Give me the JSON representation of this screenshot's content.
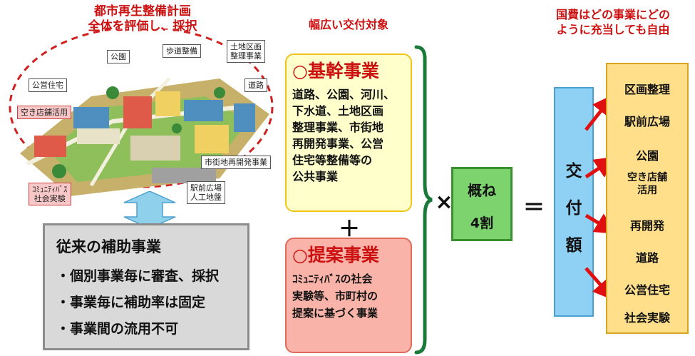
{
  "left_title": [
    "都市再生整備計画",
    "全体を評価し、採択"
  ],
  "illustration_labels": {
    "park": "公園",
    "sidewalk": "歩道整備",
    "land_readjustment": [
      "土地区画",
      "整理事業"
    ],
    "public_housing": "公営住宅",
    "road": "道路",
    "vacant_store": "空き店舗活用",
    "urban_redevelopment": "市街地再開発事業",
    "community_bus": [
      "ｺﾐｭﾆﾃｨﾊﾞｽ",
      "社会実験"
    ],
    "station_plaza": [
      "駅前広場",
      "人工地盤"
    ]
  },
  "old_system": {
    "heading": "従来の補助事業",
    "items": [
      "・個別事業毎に審査、採択",
      "・事業毎に補助率は固定",
      "・事業間の流用不可"
    ]
  },
  "middle_title": "幅広い交付対象",
  "core": {
    "title": "○基幹事業",
    "lines": [
      "道路、公園、河川、",
      "下水道、土地区画",
      "整理事業、市街地",
      "再開発事業、公営",
      "住宅等整備等の",
      "公共事業"
    ]
  },
  "plus": "＋",
  "proposal": {
    "title": "○提案事業",
    "lines": [
      "ｺﾐｭﾆﾃｨﾊﾞｽの社会",
      "実験等、市町村の",
      "提案に基づく事業"
    ]
  },
  "times": "×",
  "rate": [
    "概ね",
    "4割"
  ],
  "equals": "＝",
  "grant": [
    "交",
    "付",
    "額"
  ],
  "right_title": [
    "国費はどの事業にどの",
    "ように充当しても自由"
  ],
  "uses": [
    "区画整理",
    "駅前広場",
    "公園",
    [
      "空き店舗",
      "活用"
    ],
    "再開発",
    "道路",
    "公営住宅",
    "社会実験"
  ],
  "colors": {
    "title_red": "#cc1111",
    "core_fill": "#ffffcc",
    "proposal_fill": "#f9b3a8",
    "rate_fill": "#7dd36d",
    "grant_fill": "#8fd0f5",
    "uses_fill": "#ffdf8a",
    "arrow_red": "#e01010",
    "brace_green": "#1a7a3a"
  }
}
